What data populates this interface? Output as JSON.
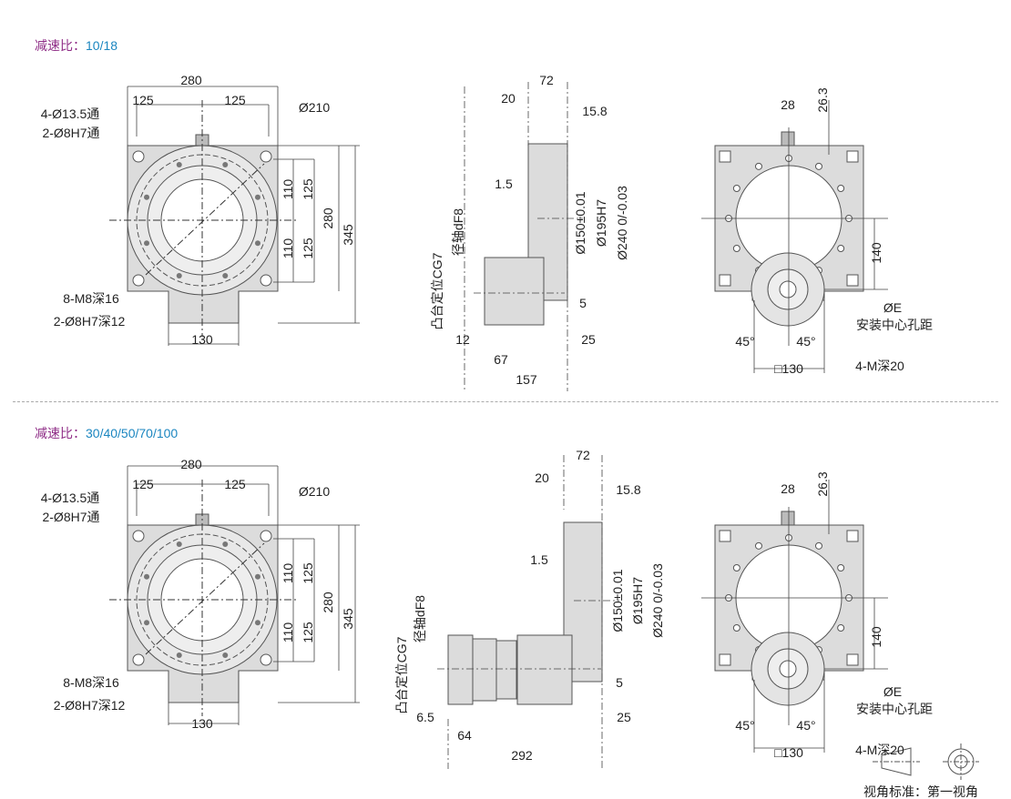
{
  "sections": [
    {
      "title": "减速比：",
      "ratio": "10/18",
      "labels": {
        "f280": "280",
        "f125a": "125",
        "f125b": "125",
        "d210": "Ø210",
        "h135": "4-Ø13.5通",
        "h8": "2-Ø8H7通",
        "v110a": "110",
        "v125a": "125",
        "v280": "280",
        "v345": "345",
        "v110b": "110",
        "v125b": "125",
        "m8": "8-M8深16",
        "h8d": "2-Ø8H7深12",
        "b130": "130",
        "s72": "72",
        "s20": "20",
        "s158": "15.8",
        "s15": "1.5",
        "d150": "Ø150±0.01",
        "d195": "Ø195H7",
        "d240": "Ø240 0/-0.03",
        "shaft": "径轴dF8",
        "boss": "凸台定位CG7",
        "s5": "5",
        "sA": "12",
        "s25": "25",
        "sB": "67",
        "sL": "157",
        "r28": "28",
        "r263": "26.3",
        "r140": "140",
        "rE": "ØE",
        "rpcd": "安装中心孔距",
        "r45a": "45°",
        "r45b": "45°",
        "rM": "4-M深20",
        "r130": "□130"
      }
    },
    {
      "title": "减速比：",
      "ratio": "30/40/50/70/100",
      "labels": {
        "f280": "280",
        "f125a": "125",
        "f125b": "125",
        "d210": "Ø210",
        "h135": "4-Ø13.5通",
        "h8": "2-Ø8H7通",
        "v110a": "110",
        "v125a": "125",
        "v280": "280",
        "v345": "345",
        "v110b": "110",
        "v125b": "125",
        "m8": "8-M8深16",
        "h8d": "2-Ø8H7深12",
        "b130": "130",
        "s72": "72",
        "s20": "20",
        "s158": "15.8",
        "s15": "1.5",
        "d150": "Ø150±0.01",
        "d195": "Ø195H7",
        "d240": "Ø240 0/-0.03",
        "shaft": "径轴dF8",
        "boss": "凸台定位CG7",
        "s5": "5",
        "sA": "6.5",
        "s25": "25",
        "sB": "64",
        "sL": "292",
        "r28": "28",
        "r263": "26.3",
        "r140": "140",
        "rE": "ØE",
        "rpcd": "安装中心孔距",
        "r45a": "45°",
        "r45b": "45°",
        "rM": "4-M深20",
        "r130": "□130"
      }
    }
  ],
  "projection_standard": "视角标准：第一视角",
  "colors": {
    "title_key": "#8e2c86",
    "title_value": "#1b86c0",
    "part_fill": "#dcdcdc"
  }
}
